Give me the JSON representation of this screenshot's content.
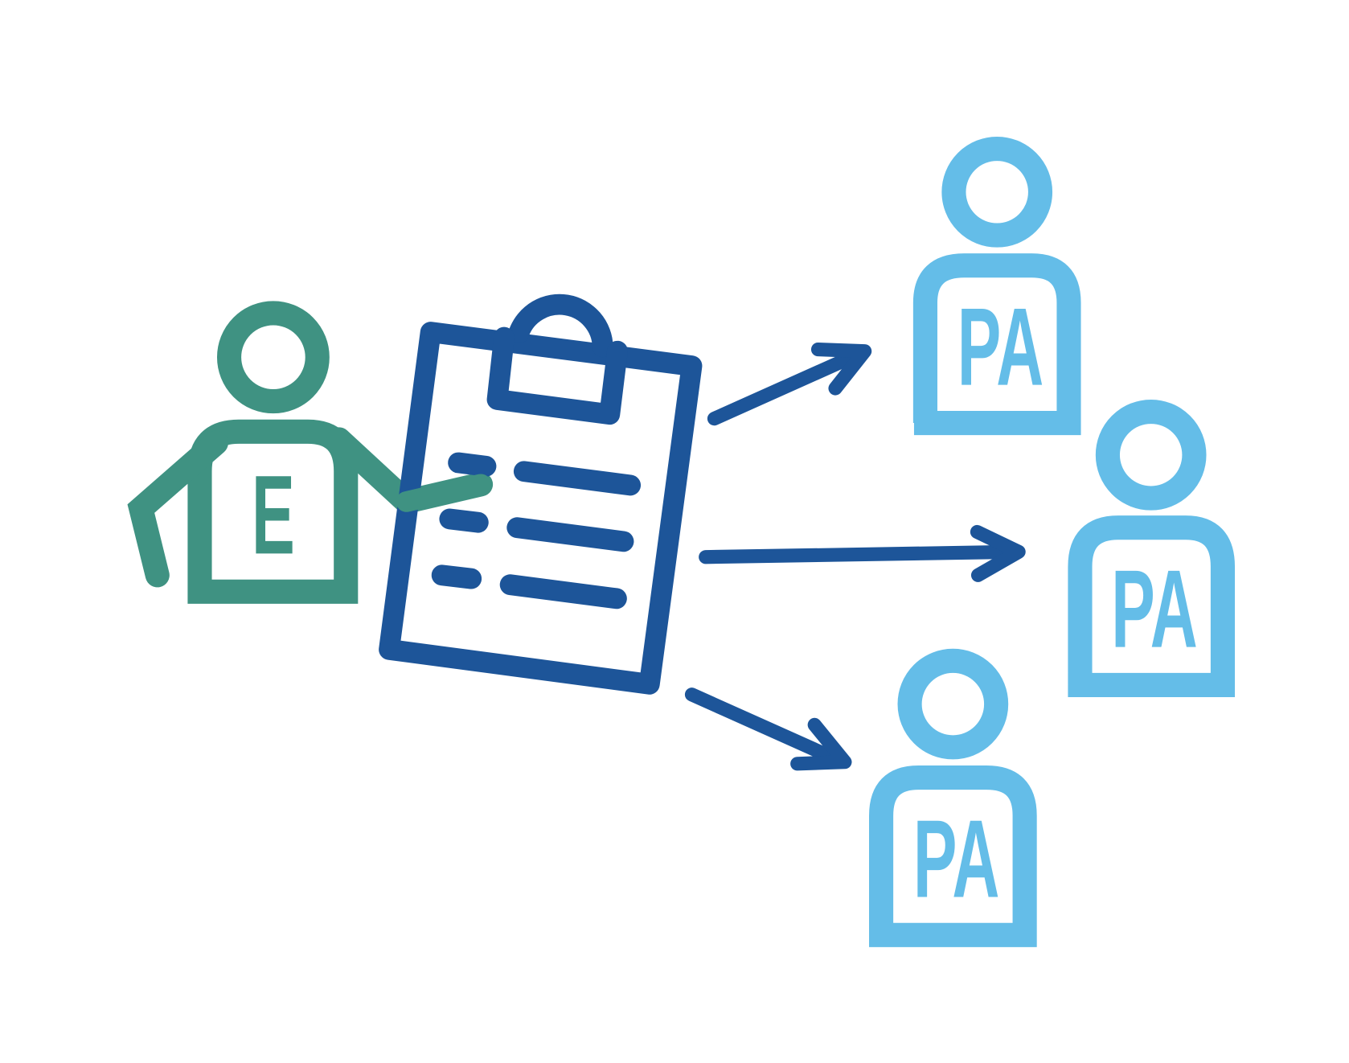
{
  "colors": {
    "evaluator": "#3f9282",
    "clipboard": "#1d5599",
    "participant": "#64bde8",
    "background": "#ffffff"
  },
  "evaluator": {
    "label": "E"
  },
  "participants": [
    {
      "label": "PA"
    },
    {
      "label": "PA"
    },
    {
      "label": "PA"
    }
  ]
}
